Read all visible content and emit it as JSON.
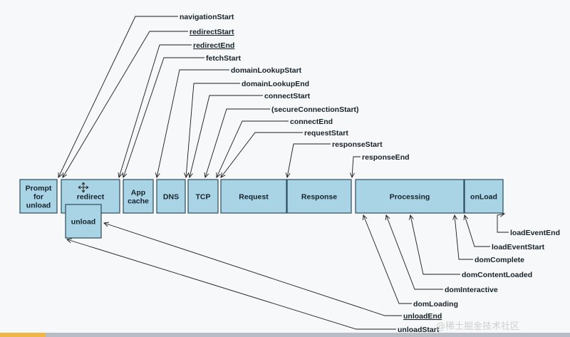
{
  "phases": [
    {
      "id": "prompt",
      "lines": [
        "Prompt",
        "for",
        "unload"
      ]
    },
    {
      "id": "redirect",
      "lines": [
        "redirect"
      ]
    },
    {
      "id": "unload",
      "lines": [
        "unload"
      ]
    },
    {
      "id": "appcache",
      "lines": [
        "App",
        "cache"
      ]
    },
    {
      "id": "dns",
      "lines": [
        "DNS"
      ]
    },
    {
      "id": "tcp",
      "lines": [
        "TCP"
      ]
    },
    {
      "id": "request",
      "lines": [
        "Request"
      ]
    },
    {
      "id": "response",
      "lines": [
        "Response"
      ]
    },
    {
      "id": "processing",
      "lines": [
        "Processing"
      ]
    },
    {
      "id": "onload",
      "lines": [
        "onLoad"
      ]
    }
  ],
  "top_events": [
    {
      "label": "navigationStart",
      "underline": false
    },
    {
      "label": "redirectStart",
      "underline": true
    },
    {
      "label": "redirectEnd",
      "underline": true
    },
    {
      "label": "fetchStart",
      "underline": false
    },
    {
      "label": "domainLookupStart",
      "underline": false
    },
    {
      "label": "domainLookupEnd",
      "underline": false
    },
    {
      "label": "connectStart",
      "underline": false
    },
    {
      "label": "(secureConnectionStart)",
      "underline": false
    },
    {
      "label": "connectEnd",
      "underline": false
    },
    {
      "label": "requestStart",
      "underline": false
    },
    {
      "label": "responseStart",
      "underline": false
    },
    {
      "label": "responseEnd",
      "underline": false
    }
  ],
  "bottom_events": [
    {
      "label": "loadEventEnd",
      "underline": false
    },
    {
      "label": "loadEventStart",
      "underline": false
    },
    {
      "label": "domComplete",
      "underline": false
    },
    {
      "label": "domContentLoaded",
      "underline": false
    },
    {
      "label": "domInteractive",
      "underline": false
    },
    {
      "label": "domLoading",
      "underline": false
    },
    {
      "label": "unloadEnd",
      "underline": true
    },
    {
      "label": "unloadStart",
      "underline": true
    }
  ],
  "watermark": "@稀土掘金技术社区",
  "colors": {
    "box_fill": "#a9d4e6",
    "box_stroke": "#2c4a5e",
    "line": "#1a1a1a"
  }
}
